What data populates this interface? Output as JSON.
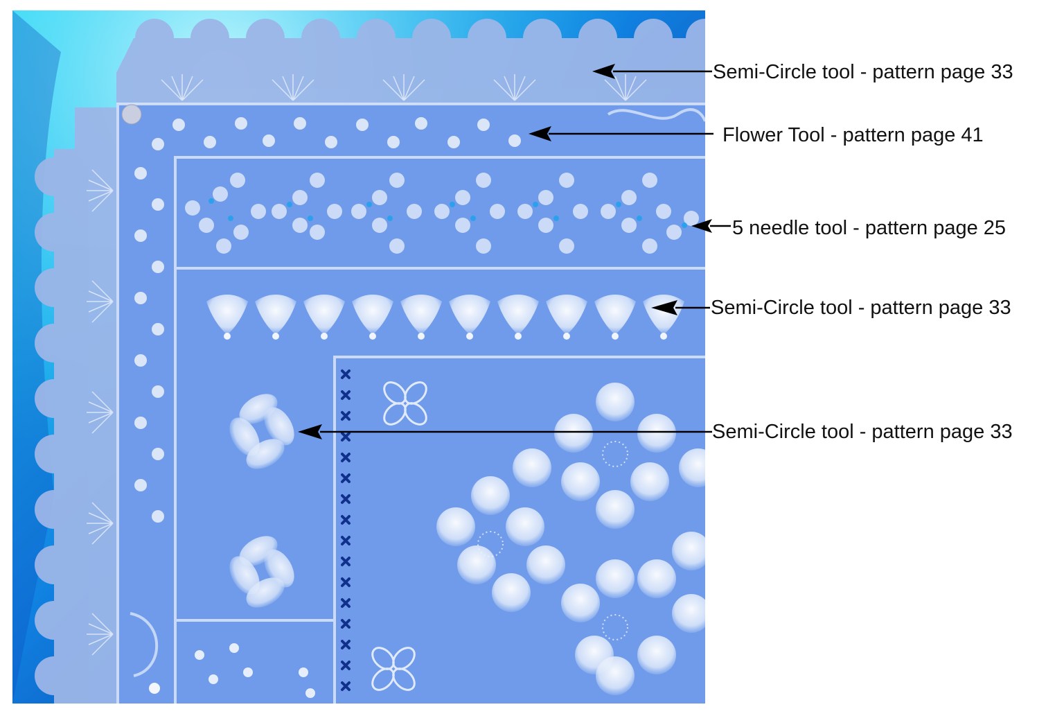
{
  "image": {
    "subject": "parchment craft card corner with embossed and perforated patterns on a blue background",
    "colors": {
      "background_foil": "#1fb8f0",
      "card_blue": "#6f9bea",
      "card_light": "#8fb3f0",
      "white_work": "#eef3fb",
      "cross_stitch": "#10308c",
      "label_text": "#111111",
      "arrow": "#000000"
    }
  },
  "annotations": [
    {
      "label": "Semi-Circle tool - pattern page 33",
      "target": "scalloped outer lace border (top)"
    },
    {
      "label": "Flower Tool - pattern page 41",
      "target": "small flower row in first frame"
    },
    {
      "label": "5 needle tool - pattern page 25",
      "target": "perforated cross lattice band"
    },
    {
      "label": "Semi-Circle tool - pattern page 33",
      "target": "row of fan / shell shapes"
    },
    {
      "label": "Semi-Circle tool - pattern page 33",
      "target": "pinwheel swirl motif"
    }
  ]
}
